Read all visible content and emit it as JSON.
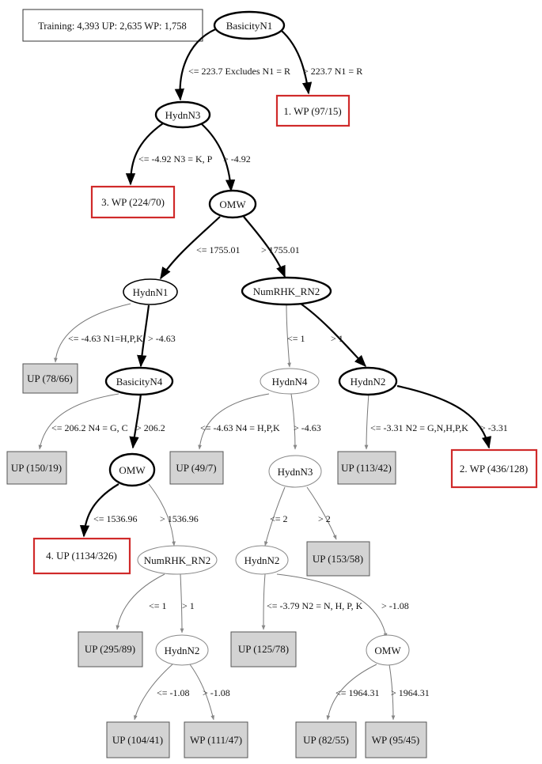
{
  "info": "Training: 4,393 UP: 2,635 WP: 1,758",
  "nodes": {
    "basicityN1": "BasicityN1",
    "hydnN3a": "HydnN3",
    "omw1": "OMW",
    "hydnN1": "HydnN1",
    "numrhk1": "NumRHK_RN2",
    "basicityN4": "BasicityN4",
    "hydnN4": "HydnN4",
    "hydnN2a": "HydnN2",
    "omw2": "OMW",
    "hydnN3b": "HydnN3",
    "numrhk2": "NumRHK_RN2",
    "hydnN2b": "HydnN2",
    "hydnN2c": "HydnN2",
    "omw3": "OMW"
  },
  "leaves": {
    "wp1": "1.  WP (97/15)",
    "wp3": "3.  WP (224/70)",
    "up78": "UP (78/66)",
    "up150": "UP (150/19)",
    "up49": "UP (49/7)",
    "up113": "UP (113/42)",
    "wp2": "2.  WP (436/128)",
    "up4": "4.  UP (1134/326)",
    "up153": "UP (153/58)",
    "up295": "UP (295/89)",
    "up125": "UP (125/78)",
    "up104": "UP (104/41)",
    "wp111": "WP (111/47)",
    "up82": "UP (82/55)",
    "wp95": "WP (95/45)"
  },
  "edges": {
    "e1": "<= 223.7 Excludes N1 = R",
    "e2": "> 223.7 N1 = R",
    "e3": "<= -4.92 N3 = K, P",
    "e4": "> -4.92",
    "e5": "<= 1755.01",
    "e6": "> 1755.01",
    "e7": "<= -4.63 N1=H,P,K",
    "e8": "> -4.63",
    "e9": "<= 1",
    "e10": "> 1",
    "e11": "<= 206.2 N4 = G, C",
    "e12": "> 206.2",
    "e13": "<= -4.63 N4 = H,P,K",
    "e14": "> -4.63",
    "e15": "<= -3.31 N2 = G,N,H,P,K",
    "e16": "> -3.31",
    "e17": "<= 1536.96",
    "e18": "> 1536.96",
    "e19": "<= 2",
    "e20": "> 2",
    "e21": "<= 1",
    "e22": "> 1",
    "e23": "<= -3.79 N2 = N, H, P, K",
    "e24": "> -1.08",
    "e25": "<= -1.08",
    "e26": "> -1.08",
    "e27": "<= 1964.31",
    "e28": "> 1964.31"
  },
  "colors": {
    "highlight": "#d02a2a",
    "leaf_fill": "#d3d3d3",
    "line": "#000000"
  }
}
